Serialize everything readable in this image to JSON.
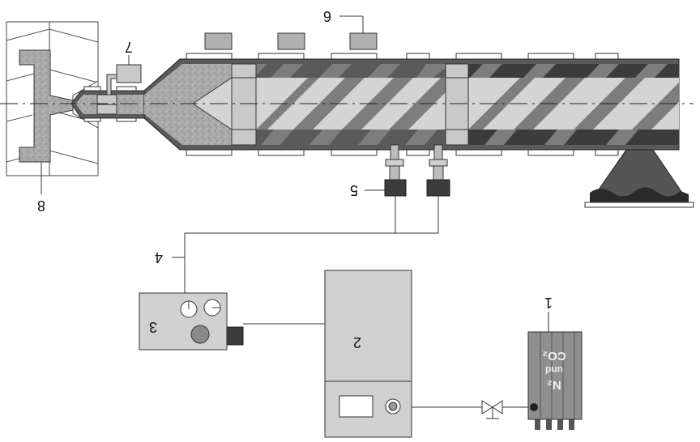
{
  "labels": {
    "n1": "1",
    "n2": "2",
    "n3": "3",
    "n4": "4",
    "n5": "5",
    "n6": "6",
    "n7": "7",
    "n8": "8"
  },
  "cylinder_text": {
    "line1": "CO₂",
    "line2": "und",
    "line3": "N₂"
  },
  "colors": {
    "melt": "#a9a9a9",
    "barrel_dark": "#4a4a4a",
    "screw_stripe": "#7d7d7d",
    "light_channel": "#d4d4d4",
    "box_fill": "#d0d0d0",
    "dark_block": "#3c3c3c"
  }
}
